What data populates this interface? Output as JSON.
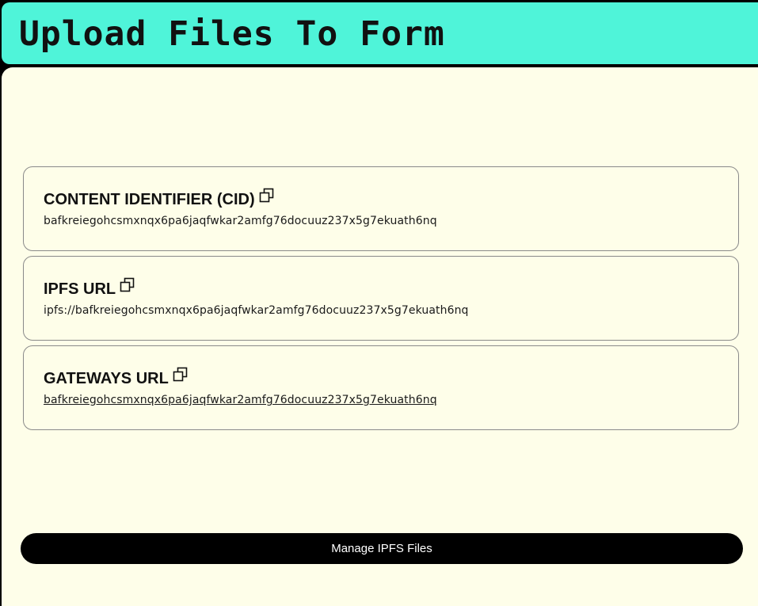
{
  "header": {
    "title": "Upload Files To Form",
    "background_color": "#4ff4d9"
  },
  "panel": {
    "background_color": "#fefee9"
  },
  "cards": [
    {
      "title": "CONTENT IDENTIFIER (CID)",
      "value": "bafkreiegohcsmxnqx6pa6jaqfwkar2amfg76docuuz237x5g7ekuath6nq",
      "icon": "copy-icon"
    },
    {
      "title": "IPFS URL",
      "value": "ipfs://bafkreiegohcsmxnqx6pa6jaqfwkar2amfg76docuuz237x5g7ekuath6nq",
      "icon": "copy-icon"
    },
    {
      "title": "GATEWAYS URL",
      "value": "bafkreiegohcsmxnqx6pa6jaqfwkar2amfg76docuuz237x5g7ekuath6nq",
      "icon": "copy-icon"
    }
  ],
  "actions": {
    "manage_label": "Manage IPFS Files"
  }
}
